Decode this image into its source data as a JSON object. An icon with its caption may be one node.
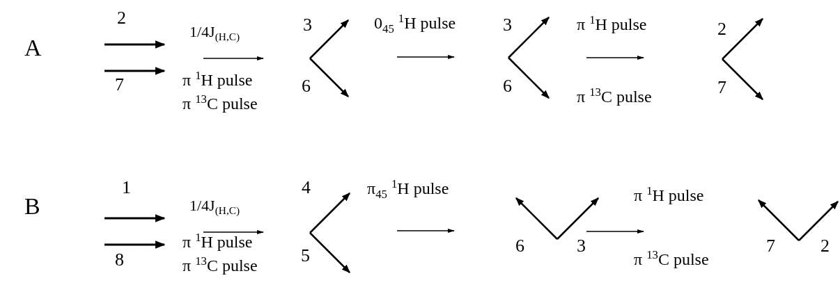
{
  "diagram": {
    "labels": [
      "A",
      "2",
      "7",
      "1/4J$_{(H,C)}$",
      "π $^{1}$H pulse",
      "π $^{13}$C pulse",
      "3",
      "6",
      "0$_{45}$ $^{1}$H pulse",
      "3",
      "6",
      "π $^{1}$H pulse",
      "π $^{13}$C pulse",
      "2",
      "7",
      "B",
      "1",
      "8",
      "1/4J$_{(H,C)}$",
      "π $^{1}$H pulse",
      "π $^{13}$C pulse",
      "4",
      "5",
      "π$_{45}$ $^{1}$H pulse",
      "6",
      "3",
      "π $^{1}$H pulse",
      "π $^{13}$C pulse",
      "7",
      "2"
    ]
  }
}
